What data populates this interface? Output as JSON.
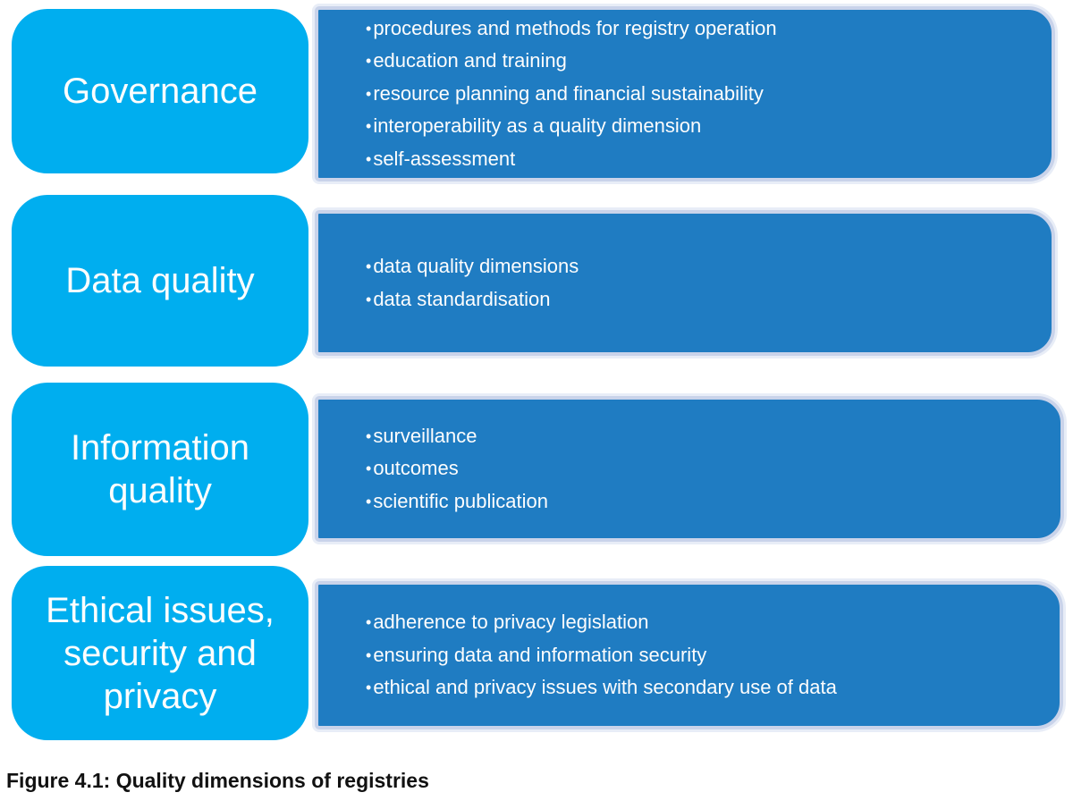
{
  "figure": {
    "caption": "Figure 4.1: Quality dimensions of registries",
    "bullet_char": "•",
    "colors": {
      "category_fill": "#00AEEF",
      "detail_fill": "#1F7CC2",
      "detail_border": "#C9D3EA",
      "detail_border_outer": "#E8EDF7",
      "box_text": "#FDFDFD",
      "caption_text": "#111111"
    },
    "rows": [
      {
        "category": "Governance",
        "bullets": [
          "procedures and methods for registry operation",
          "education and training",
          "resource planning and financial sustainability",
          "interoperability as a quality dimension",
          "self-assessment"
        ]
      },
      {
        "category": "Data quality",
        "bullets": [
          "data quality dimensions",
          "data standardisation"
        ]
      },
      {
        "category": "Information quality",
        "bullets": [
          "surveillance",
          "outcomes",
          "scientific publication"
        ]
      },
      {
        "category": "Ethical issues, security and privacy",
        "bullets": [
          "adherence to privacy legislation",
          "ensuring data and information security",
          "ethical and privacy issues with secondary use of data"
        ]
      }
    ]
  }
}
